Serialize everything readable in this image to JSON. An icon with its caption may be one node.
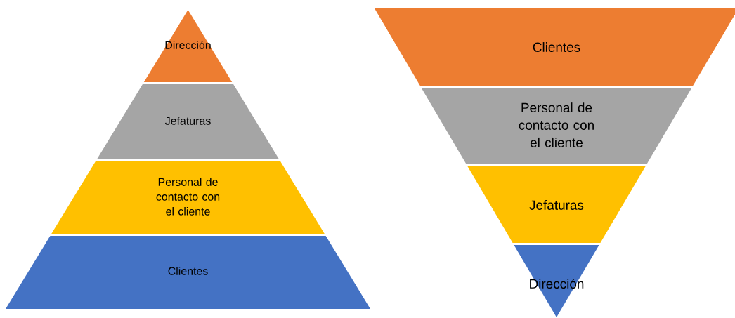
{
  "diagram": {
    "nodes": [
      {
        "text": [
          "Dirección"
        ]
      },
      {
        "text": [
          "Jefaturas"
        ]
      },
      {
        "text": [
          "Personal de contacto con el cliente"
        ]
      },
      {
        "text": [
          "Clientes"
        ]
      },
      {
        "text": [
          "Clientes"
        ]
      },
      {
        "text": [
          "Personal de contacto con el cliente"
        ]
      },
      {
        "text": [
          "Jefaturas"
        ]
      },
      {
        "text": [
          "Dirección"
        ]
      }
    ]
  }
}
